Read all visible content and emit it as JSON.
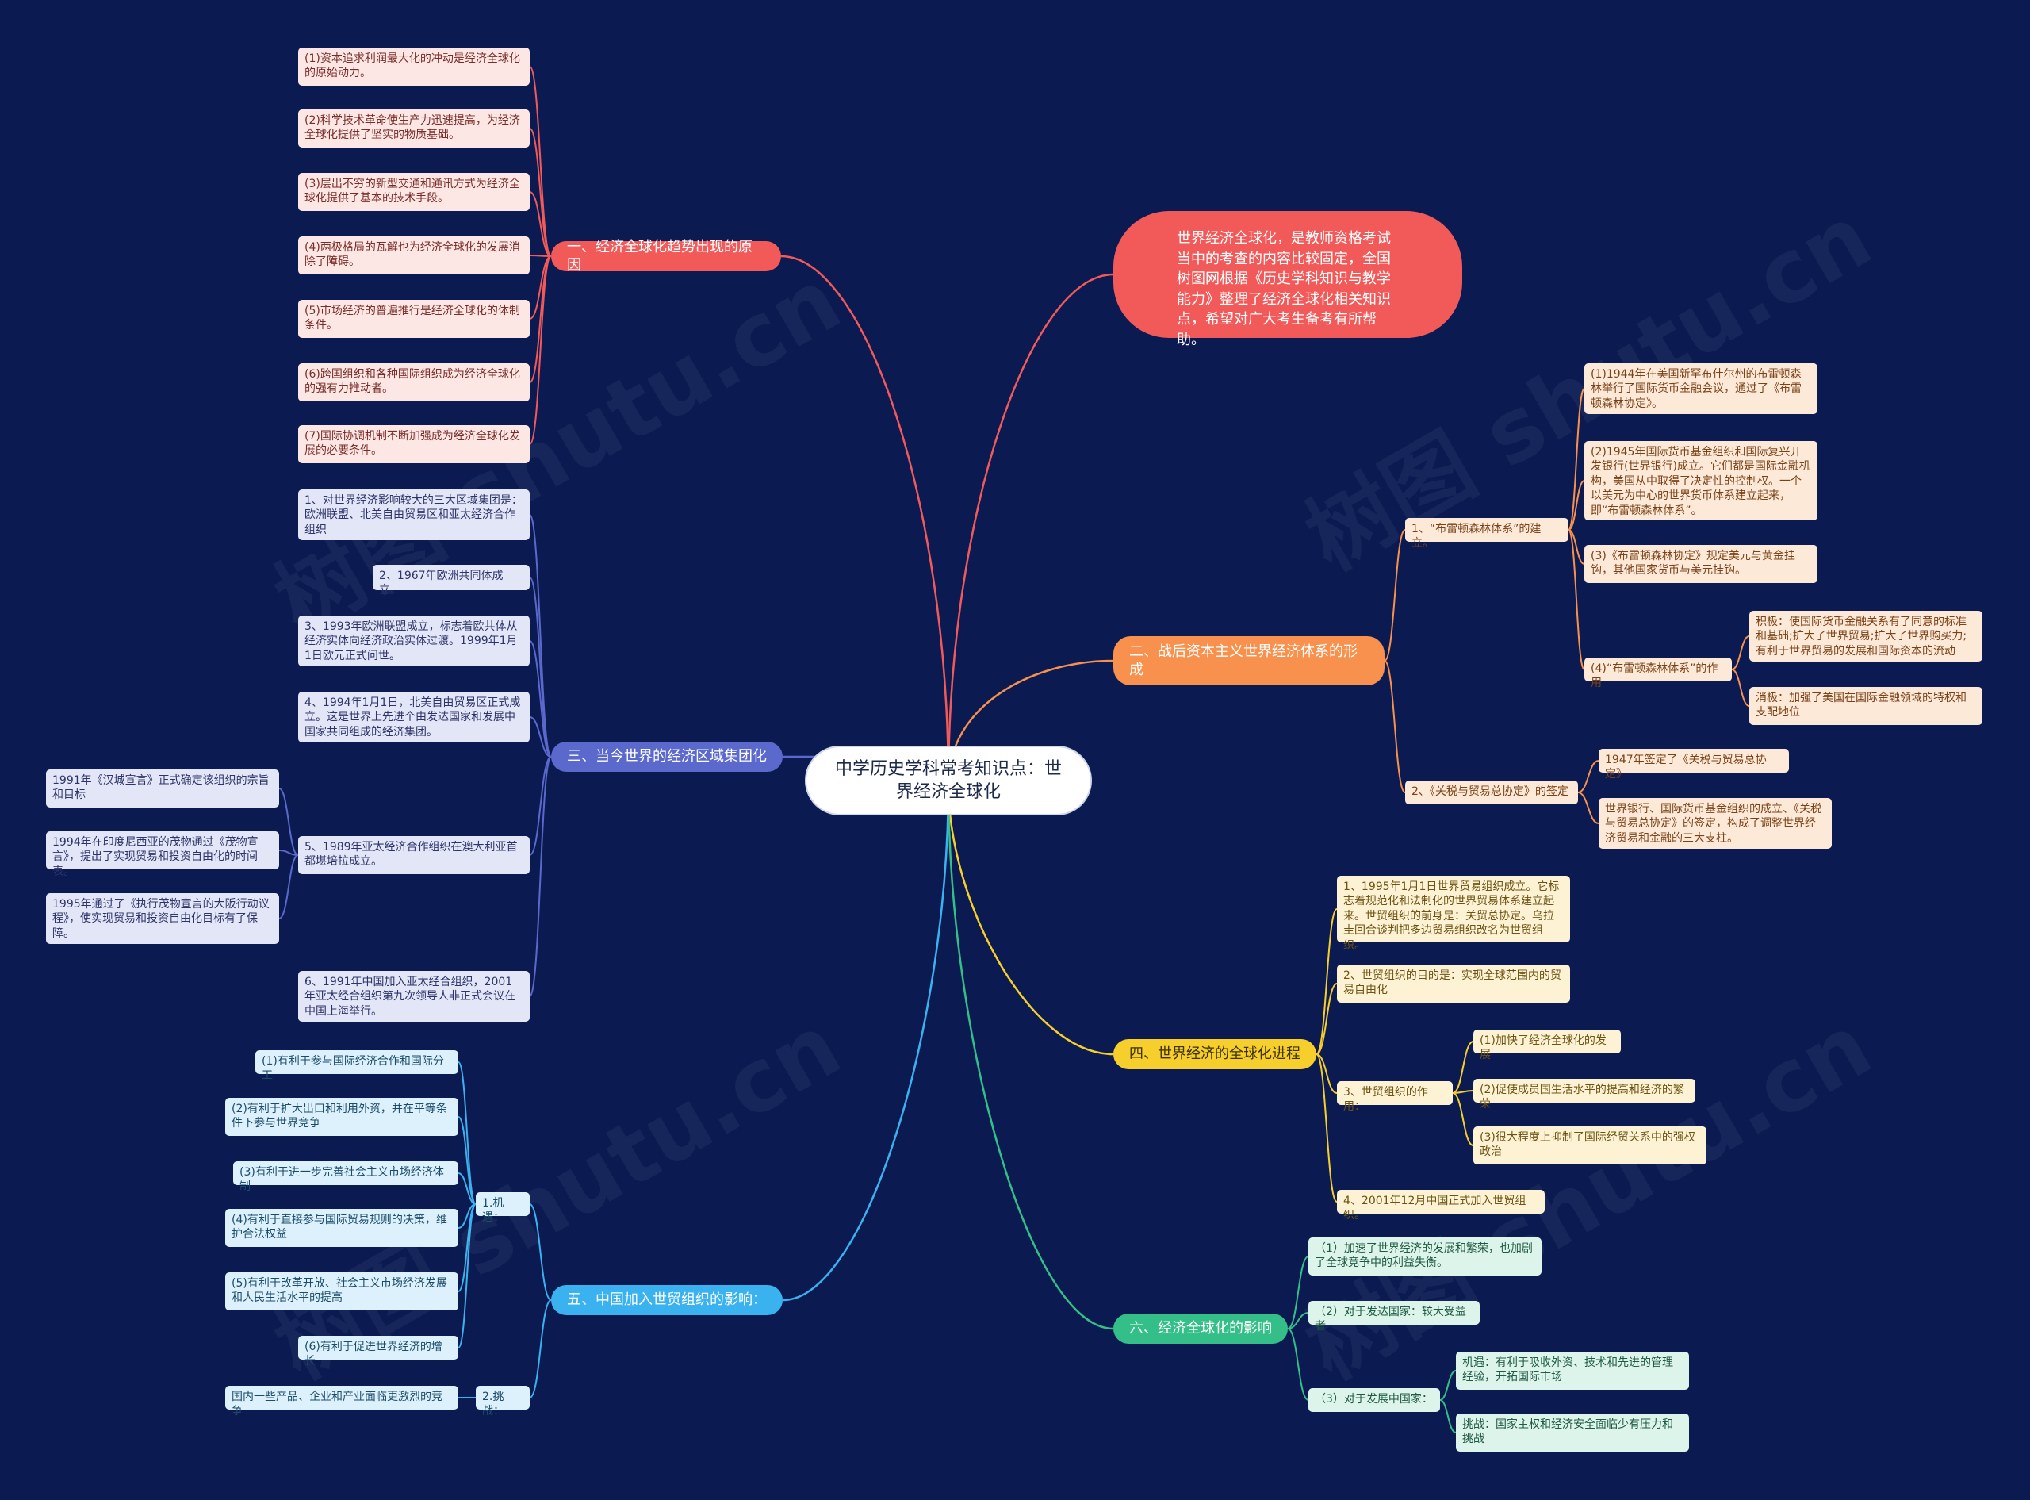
{
  "root": {
    "title": "中学历史学科常考知识点：世界经济全球化"
  },
  "intro": {
    "text": "世界经济全球化，是教师资格考试当中的考查的内容比较固定，全国树图网根据《历史学科知识与教学能力》整理了经济全球化相关知识点，希望对广大考生备考有所帮助。"
  },
  "watermark": "树图 shutu.cn",
  "colors": {
    "background": "#0b1b52",
    "red": "#f25a5a",
    "orange": "#f7914d",
    "yellow": "#f7cf2d",
    "green": "#34bf88",
    "blue": "#3bb2f0",
    "purple": "#5b68cc"
  },
  "branches": {
    "b1": {
      "label": "一、经济全球化趋势出现的原因",
      "items": [
        "(1)资本追求利润最大化的冲动是经济全球化的原始动力。",
        "(2)科学技术革命使生产力迅速提高，为经济全球化提供了坚实的物质基础。",
        "(3)层出不穷的新型交通和通讯方式为经济全球化提供了基本的技术手段。",
        "(4)两极格局的瓦解也为经济全球化的发展消除了障碍。",
        "(5)市场经济的普遍推行是经济全球化的体制条件。",
        "(6)跨国组织和各种国际组织成为经济全球化的强有力推动者。",
        "(7)国际协调机制不断加强成为经济全球化发展的必要条件。"
      ]
    },
    "b2": {
      "label": "二、战后资本主义世界经济体系的形成",
      "sub1": {
        "label": "1、“布雷顿森林体系”的建立。",
        "items": [
          "(1)1944年在美国新罕布什尔州的布雷顿森林举行了国际货币金融会议，通过了《布雷顿森林协定》。",
          "(2)1945年国际货币基金组织和国际复兴开发银行(世界银行)成立。它们都是国际金融机构，美国从中取得了决定性的控制权。一个以美元为中心的世界货币体系建立起来，即“布雷顿森林体系”。",
          "(3)《布雷顿森林协定》规定美元与黄金挂钩，其他国家货币与美元挂钩。"
        ],
        "role": {
          "label": "(4)“布雷顿森林体系”的作用",
          "items": [
            "积极：使国际货币金融关系有了同意的标准和基础;扩大了世界贸易;扩大了世界购买力;有利于世界贸易的发展和国际资本的流动",
            "消极：加强了美国在国际金融领域的特权和支配地位"
          ]
        }
      },
      "sub2": {
        "label": "2、《关税与贸易总协定》的签定",
        "items": [
          "1947年签定了《关税与贸易总协定》",
          "世界银行、国际货币基金组织的成立、《关税与贸易总协定》的签定，构成了调整世界经济贸易和金融的三大支柱。"
        ]
      }
    },
    "b3": {
      "label": "三、当今世界的经济区域集团化",
      "items": [
        "1、对世界经济影响较大的三大区域集团是：欧洲联盟、北美自由贸易区和亚太经济合作组织",
        "2、1967年欧洲共同体成立。",
        "3、1993年欧洲联盟成立，标志着欧共体从经济实体向经济政治实体过渡。1999年1月1日欧元正式问世。",
        "4、1994年1月1日，北美自由贸易区正式成立。这是世界上先进个由发达国家和发展中国家共同组成的经济集团。",
        "5、1989年亚太经济合作组织在澳大利亚首都堪培拉成立。",
        "6、1991年中国加入亚太经合组织，2001年亚太经合组织第九次领导人非正式会议在中国上海举行。"
      ],
      "apec": [
        "1991年《汉城宣言》正式确定该组织的宗旨和目标",
        "1994年在印度尼西亚的茂物通过《茂物宣言》，提出了实现贸易和投资自由化的时间表。",
        "1995年通过了《执行茂物宣言的大阪行动议程》，使实现贸易和投资自由化目标有了保障。"
      ]
    },
    "b4": {
      "label": "四、世界经济的全球化进程",
      "items": [
        "1、1995年1月1日世界贸易组织成立。它标志着规范化和法制化的世界贸易体系建立起来。世贸组织的前身是：关贸总协定。乌拉圭回合谈判把多边贸易组织改名为世贸组织。",
        "2、世贸组织的目的是：实现全球范围内的贸易自由化",
        "3、世贸组织的作用：",
        "4、2001年12月中国正式加入世贸组织。"
      ],
      "effects": [
        "(1)加快了经济全球化的发展",
        "(2)促使成员国生活水平的提高和经济的繁荣",
        "(3)很大程度上抑制了国际经贸关系中的强权政治"
      ]
    },
    "b5": {
      "label": "五、中国加入世贸组织的影响：",
      "opp": {
        "label": "1.机遇：",
        "items": [
          "(1)有利于参与国际经济合作和国际分工",
          "(2)有利于扩大出口和利用外资，并在平等条件下参与世界竞争",
          "(3)有利于进一步完善社会主义市场经济体制",
          "(4)有利于直接参与国际贸易规则的决策，维护合法权益",
          "(5)有利于改革开放、社会主义市场经济发展和人民生活水平的提高",
          "(6)有利于促进世界经济的增长"
        ]
      },
      "chal": {
        "label": "2.挑战：",
        "items": [
          "国内一些产品、企业和产业面临更激烈的竞争"
        ]
      }
    },
    "b6": {
      "label": "六、经济全球化的影响",
      "items": [
        "（1）加速了世界经济的发展和繁荣，也加剧了全球竞争中的利益失衡。",
        "（2）对于发达国家：较大受益者",
        "（3）对于发展中国家："
      ],
      "dev": [
        "机遇：有利于吸收外资、技术和先进的管理经验，开拓国际市场",
        "挑战：国家主权和经济安全面临少有压力和挑战"
      ]
    }
  }
}
